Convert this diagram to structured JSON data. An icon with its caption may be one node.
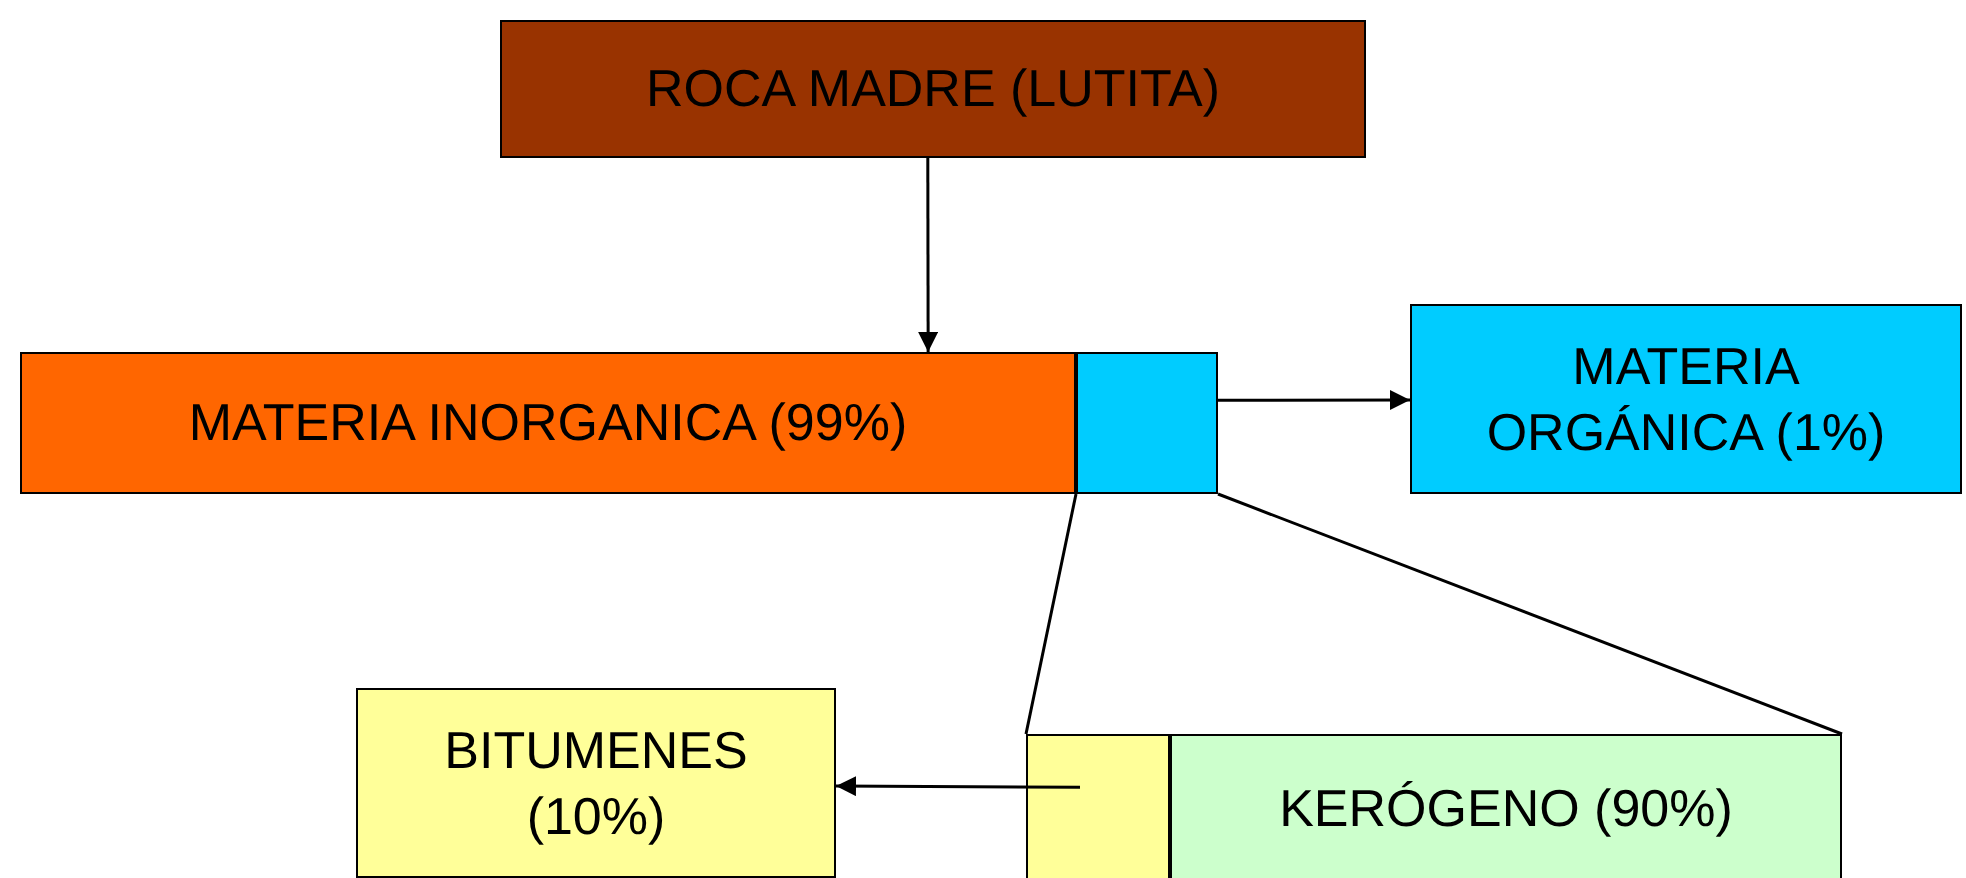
{
  "diagram": {
    "nodes": [
      {
        "text": [
          "ROCA MADRE (LUTITA)"
        ]
      },
      {
        "text": [
          "MATERIA INORGANICA (99%)"
        ]
      },
      {
        "text": [],
        "shape": "box"
      },
      {
        "text": [
          "MATERIA ORGÁNICA (1%)"
        ]
      },
      {
        "text": [
          "BITUMENES (10%)"
        ]
      },
      {
        "text": [],
        "shape": "box"
      },
      {
        "text": [
          "KERÓGENO (90%)"
        ]
      }
    ],
    "edges": [
      {
        "from": 0,
        "to": 1,
        "arrow": "to"
      },
      {
        "from": 2,
        "to": 3,
        "arrow": "to"
      },
      {
        "from": 5,
        "to": 4,
        "arrow": "to"
      },
      {
        "from": 2,
        "to": 5,
        "arrow": "none"
      },
      {
        "from": 2,
        "to": 6,
        "arrow": "none"
      }
    ]
  }
}
